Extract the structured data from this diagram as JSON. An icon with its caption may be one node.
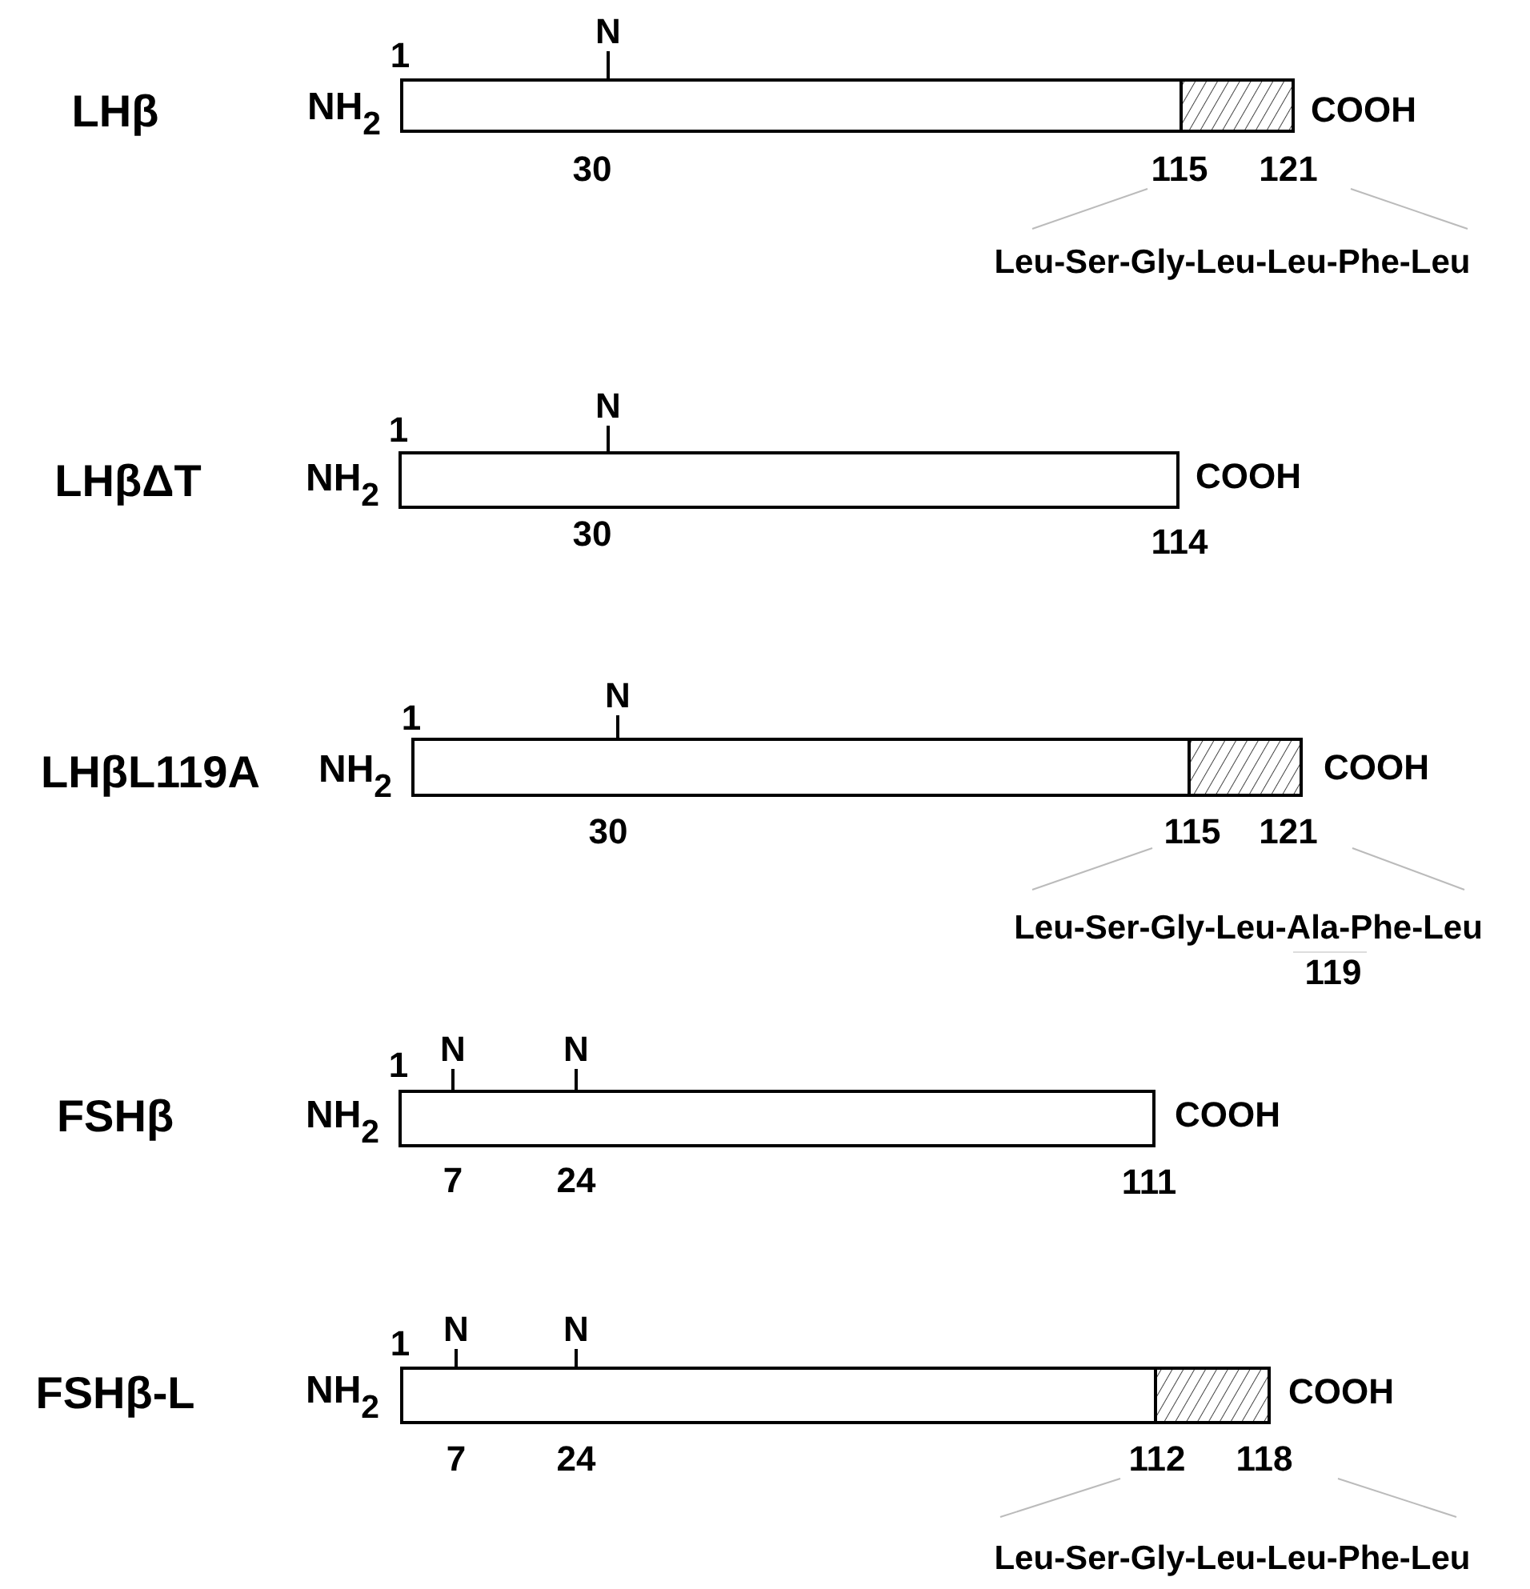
{
  "diagram": {
    "nodes": [
      {
        "text": [
          "N"
        ]
      },
      {
        "text": [],
        "shape": "bar",
        "beside": [
          "LHβ",
          "1",
          "NH$_{2}$",
          "COOH",
          "30",
          "115",
          "121"
        ]
      },
      {
        "text": [
          "N"
        ]
      },
      {
        "text": [],
        "shape": "bar",
        "beside": [
          "LHβΔT",
          "1",
          "NH$_{2}$",
          "COOH",
          "30",
          "114"
        ]
      },
      {
        "text": [
          "N"
        ]
      },
      {
        "text": [],
        "shape": "bar",
        "beside": [
          "LHβL119A",
          "1",
          "NH$_{2}$",
          "COOH",
          "30",
          "115",
          "121"
        ]
      },
      {
        "text": [
          "N"
        ]
      },
      {
        "text": [
          "N"
        ]
      },
      {
        "text": [],
        "shape": "bar",
        "beside": [
          "FSHβ",
          "1",
          "NH$_{2}$",
          "COOH",
          "7",
          "24",
          "111"
        ]
      },
      {
        "text": [
          "N"
        ]
      },
      {
        "text": [
          "N"
        ]
      },
      {
        "text": [],
        "shape": "bar",
        "beside": [
          "FSHβ-L",
          "1",
          "NH$_{2}$",
          "COOH",
          "7",
          "24",
          "112",
          "118"
        ]
      }
    ],
    "edges": [
      {
        "from": 0,
        "to": 1,
        "arrow": "none"
      },
      {
        "from": 2,
        "to": 3,
        "arrow": "none"
      },
      {
        "from": 4,
        "to": 5,
        "arrow": "none"
      },
      {
        "from": 6,
        "to": 8,
        "arrow": "none"
      },
      {
        "from": 7,
        "to": 8,
        "arrow": "none"
      },
      {
        "from": 9,
        "to": 11,
        "arrow": "none"
      },
      {
        "from": 10,
        "to": 11,
        "arrow": "none"
      }
    ],
    "labels": [
      "Leu-Ser-Gly-Leu-Leu-Phe-Leu",
      "Leu-Ser-Gly-Leu-Ala-Phe-Leu",
      "119",
      "Leu-Ser-Gly-Leu-Leu-Phe-Leu"
    ]
  }
}
